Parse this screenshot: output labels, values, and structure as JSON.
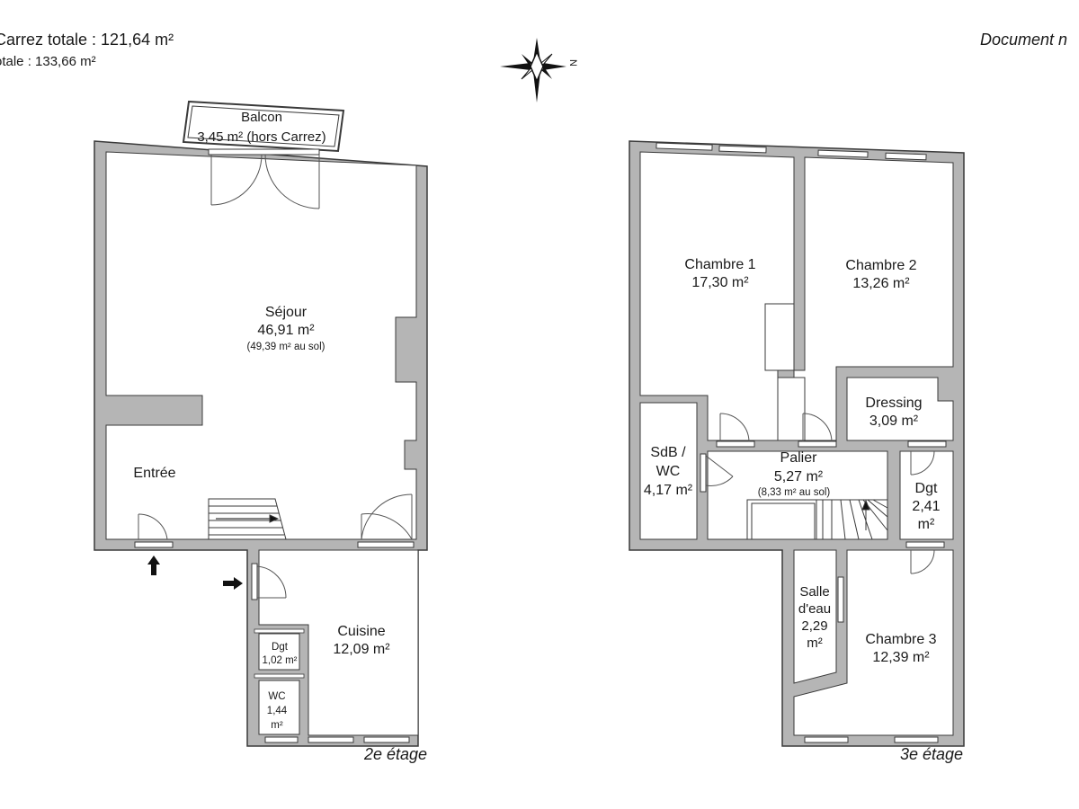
{
  "header": {
    "surface_carrez": "Carrez totale :  121,64 m²",
    "surface_totale": "otale :  133,66 m²",
    "document_note": "Document n"
  },
  "compass": {
    "north_label": "N"
  },
  "floor2": {
    "label": "2e étage",
    "balcon": {
      "name": "Balcon",
      "area": "3,45 m² (hors Carrez)"
    },
    "sejour": {
      "name": "Séjour",
      "area": "46,91 m²",
      "ground_area": "(49,39 m² au sol)"
    },
    "entree": {
      "name": "Entrée"
    },
    "cuisine": {
      "name": "Cuisine",
      "area": "12,09 m²"
    },
    "dgt": {
      "name": "Dgt",
      "area": "1,02 m²"
    },
    "wc": {
      "name": "WC",
      "area_line1": "1,44",
      "area_line2": "m²"
    }
  },
  "floor3": {
    "label": "3e étage",
    "chambre1": {
      "name": "Chambre 1",
      "area": "17,30 m²"
    },
    "chambre2": {
      "name": "Chambre 2",
      "area": "13,26 m²"
    },
    "dressing": {
      "name": "Dressing",
      "area": "3,09 m²"
    },
    "sdb": {
      "name_line1": "SdB /",
      "name_line2": "WC",
      "area": "4,17 m²"
    },
    "palier": {
      "name": "Palier",
      "area": "5,27 m²",
      "ground_area": "(8,33 m² au sol)"
    },
    "dgt": {
      "name": "Dgt",
      "area_line1": "2,41",
      "area_line2": "m²"
    },
    "salle_eau": {
      "name_line1": "Salle",
      "name_line2": "d'eau",
      "area_line1": "2,29",
      "area_line2": "m²"
    },
    "chambre3": {
      "name": "Chambre 3",
      "area": "12,39 m²"
    }
  },
  "colors": {
    "wall_fill": "#b5b5b5",
    "wall_stroke": "#3a3a3a",
    "room_fill": "#ffffff",
    "text": "#1a1a1a"
  }
}
